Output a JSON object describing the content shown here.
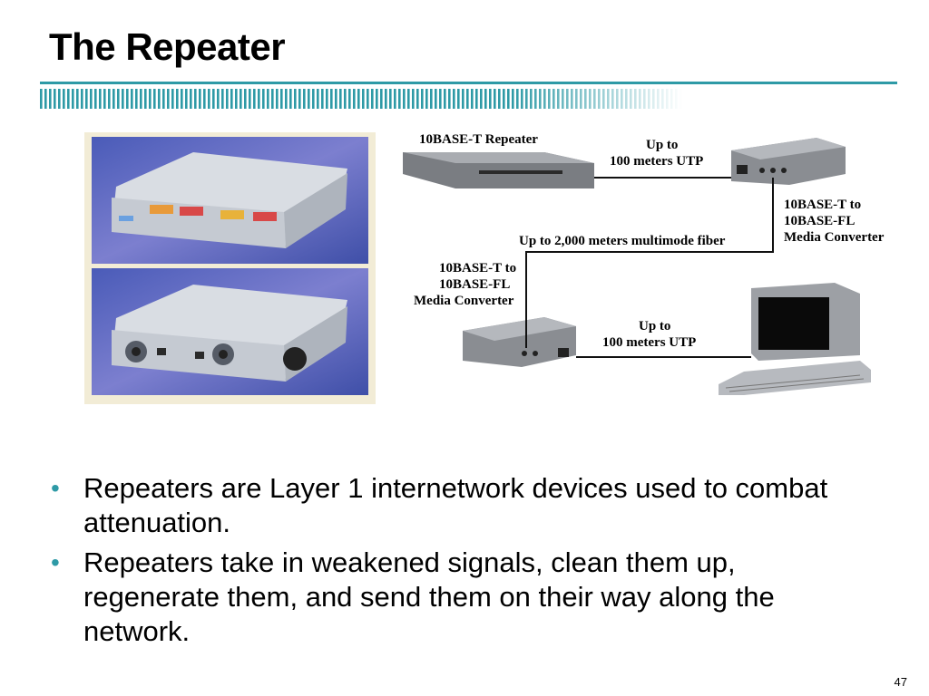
{
  "slide": {
    "title": "The Repeater",
    "page_number": "47",
    "bullets": [
      "Repeaters are Layer 1 internetwork devices used to combat attenuation.",
      "Repeaters take in weakened signals, clean them up, regenerate them, and send them on their way along the network."
    ],
    "accent_color": "#2e9aa6"
  },
  "diagram": {
    "repeater_label": "10BASE-T Repeater",
    "utp_top_line1": "Up to",
    "utp_top_line2": "100 meters UTP",
    "converter_right_line1": "10BASE-T to",
    "converter_right_line2": "10BASE-FL",
    "converter_right_line3": "Media Converter",
    "fiber_label": "Up to 2,000 meters multimode fiber",
    "converter_left_line1": "10BASE-T to",
    "converter_left_line2": "10BASE-FL",
    "converter_left_line3": "Media Converter",
    "utp_bottom_line1": "Up to",
    "utp_bottom_line2": "100 meters UTP"
  }
}
